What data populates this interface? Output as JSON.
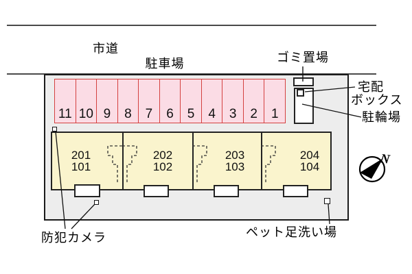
{
  "labels": {
    "road": "市道",
    "parking": "駐車場",
    "garbage": "ゴミ置場",
    "delivery_line1": "宅配",
    "delivery_line2": "ボックス",
    "bicycle": "駐輪場",
    "camera": "防犯カメラ",
    "pet_wash": "ペット足洗い場"
  },
  "compass": {
    "n": "N"
  },
  "parking": {
    "stalls": [
      "11",
      "10",
      "9",
      "8",
      "7",
      "6",
      "5",
      "4",
      "3",
      "2",
      "1"
    ]
  },
  "building": {
    "units": [
      {
        "upper": "201",
        "lower": "101"
      },
      {
        "upper": "202",
        "lower": "102"
      },
      {
        "upper": "203",
        "lower": "103"
      },
      {
        "upper": "204",
        "lower": "104"
      }
    ]
  },
  "colors": {
    "site_fill": "#ededed",
    "site_border": "#1a1a1a",
    "parking_fill": "#fbdce5",
    "parking_border": "#d4403f",
    "building_fill": "#faf4cd",
    "building_border": "#222222"
  }
}
